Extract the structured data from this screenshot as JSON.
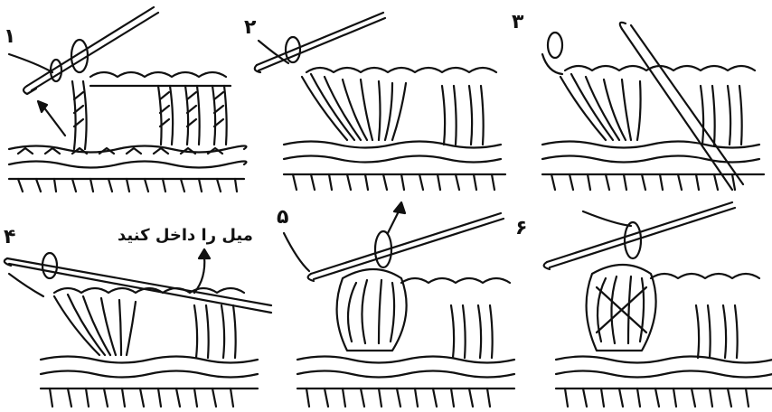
{
  "steps": [
    {
      "number": "۱"
    },
    {
      "number": "۲"
    },
    {
      "number": "۳"
    },
    {
      "number": "۴",
      "instruction": "میل را داخل کنید"
    },
    {
      "number": "۵"
    },
    {
      "number": "۶"
    }
  ],
  "colors": {
    "ink": "#111111",
    "paper": "#ffffff"
  },
  "icons": [
    "crochet-hook-icon",
    "yarn-loop-icon",
    "direction-arrow-icon"
  ]
}
